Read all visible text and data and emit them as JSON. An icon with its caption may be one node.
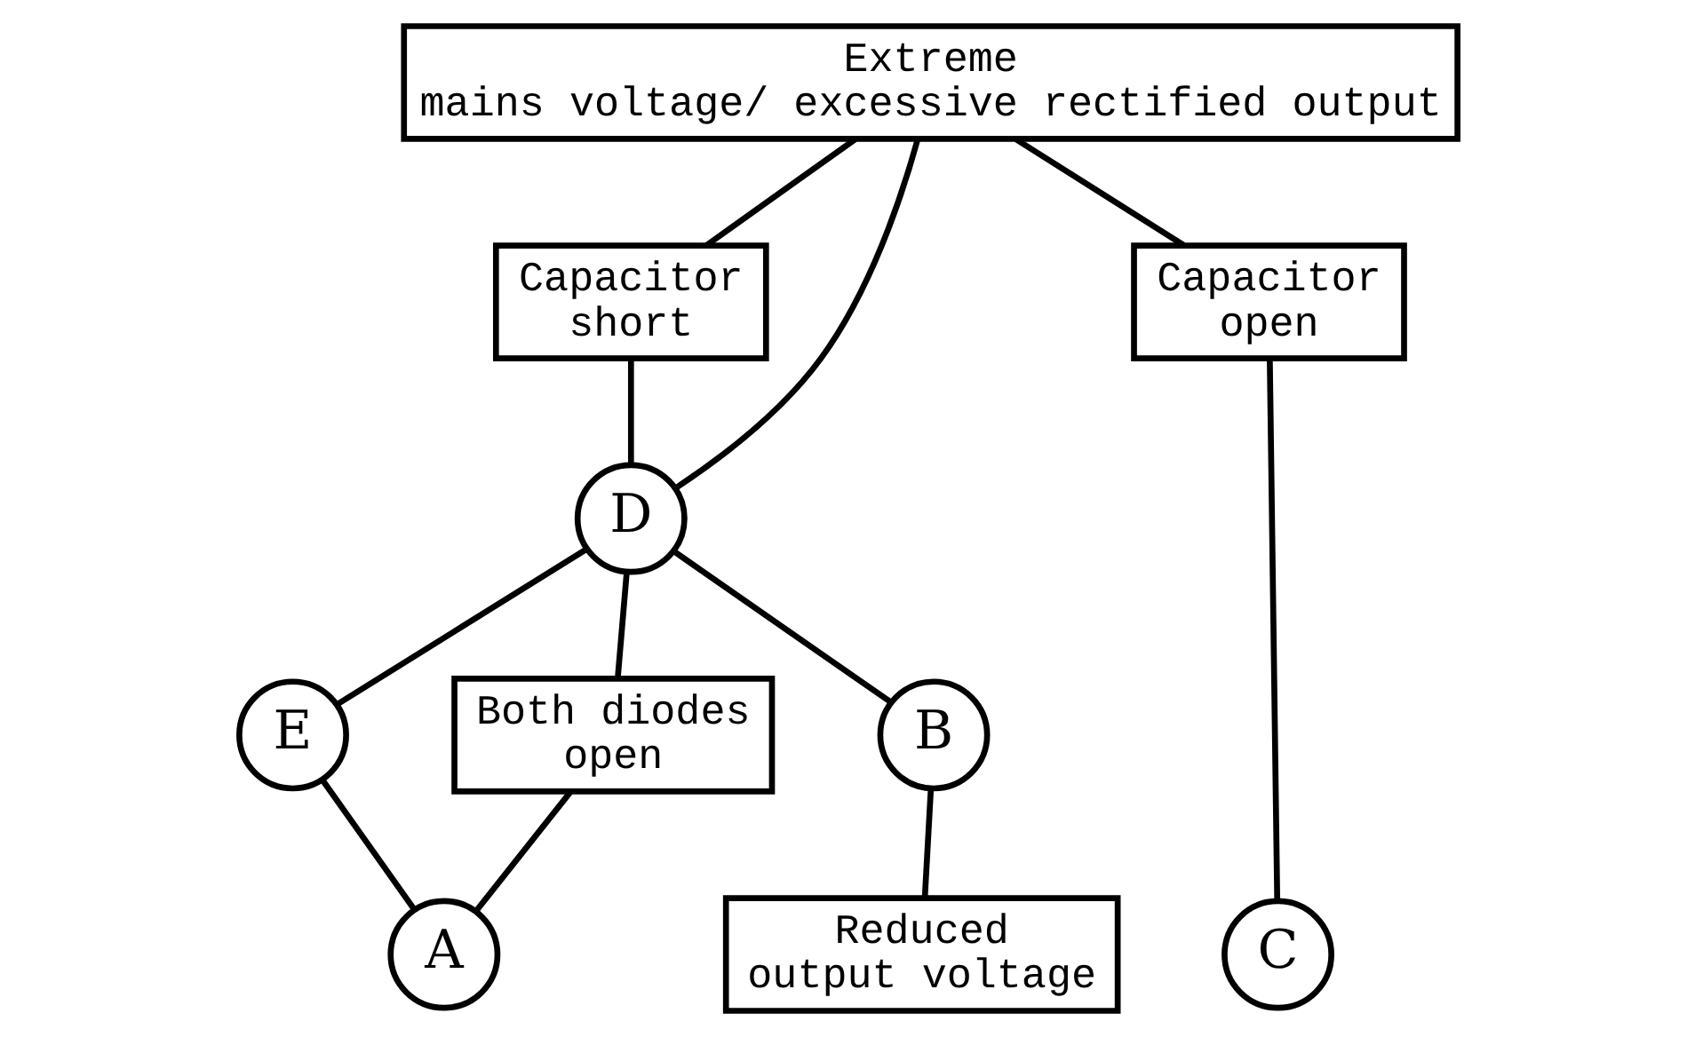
{
  "diagram": {
    "nodes": [
      {
        "text": [
          "Extreme mains voltage/ excessive rectified output"
        ]
      },
      {
        "text": [
          "Capacitor short"
        ]
      },
      {
        "text": [
          "Capacitor open"
        ]
      },
      {
        "text": [
          "D"
        ]
      },
      {
        "text": [
          "E"
        ]
      },
      {
        "text": [
          "Both diodes open"
        ]
      },
      {
        "text": [
          "B"
        ]
      },
      {
        "text": [
          "A"
        ]
      },
      {
        "text": [
          "Reduced output voltage"
        ]
      },
      {
        "text": [
          "C"
        ]
      }
    ],
    "edges": [
      {
        "from": 0,
        "to": 3,
        "arrow": "none"
      },
      {
        "from": 0,
        "to": 1,
        "arrow": "none"
      },
      {
        "from": 0,
        "to": 2,
        "arrow": "none"
      },
      {
        "from": 1,
        "to": 3,
        "arrow": "none"
      },
      {
        "from": 3,
        "to": 4,
        "arrow": "none"
      },
      {
        "from": 3,
        "to": 5,
        "arrow": "none"
      },
      {
        "from": 3,
        "to": 6,
        "arrow": "none"
      },
      {
        "from": 4,
        "to": 7,
        "arrow": "none"
      },
      {
        "from": 5,
        "to": 7,
        "arrow": "none"
      },
      {
        "from": 6,
        "to": 8,
        "arrow": "none"
      },
      {
        "from": 2,
        "to": 9,
        "arrow": "none"
      }
    ]
  }
}
